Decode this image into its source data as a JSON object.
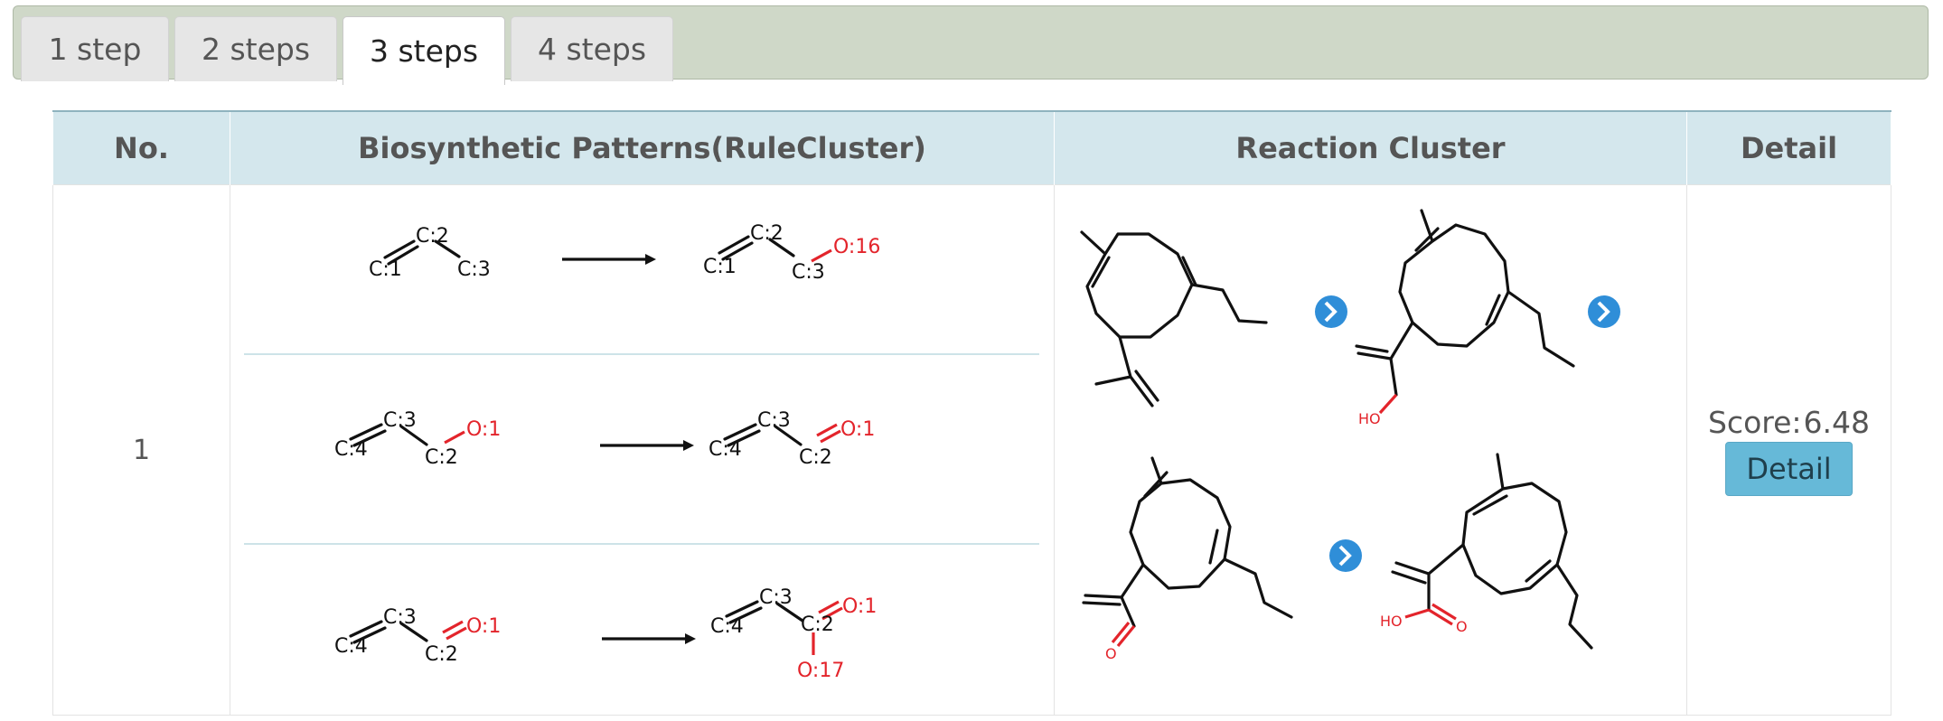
{
  "tabs": [
    {
      "label": "1 step"
    },
    {
      "label": "2 steps"
    },
    {
      "label": "3 steps",
      "active": true
    },
    {
      "label": "4 steps"
    }
  ],
  "table": {
    "headers": [
      "No.",
      "Biosynthetic Patterns(RuleCluster)",
      "Reaction Cluster",
      "Detail"
    ],
    "rows": [
      {
        "no": "1",
        "patterns": [
          {
            "reactant_labels": [
              "C:1",
              "C:2",
              "C:3"
            ],
            "product_labels": [
              "C:1",
              "C:2",
              "C:3",
              "O:16"
            ]
          },
          {
            "reactant_labels": [
              "C:4",
              "C:3",
              "C:2",
              "O:1"
            ],
            "product_labels": [
              "C:4",
              "C:3",
              "C:2",
              "O:1"
            ]
          },
          {
            "reactant_labels": [
              "C:4",
              "C:3",
              "C:2",
              "O:1"
            ],
            "product_labels": [
              "C:4",
              "C:3",
              "C:2",
              "O:1",
              "O:17"
            ]
          }
        ],
        "reaction_cluster": {
          "atom_labels": [
            "HO",
            "O",
            "HO",
            "O"
          ],
          "next_icon": "chevron-right-icon"
        },
        "score_label": "Score:",
        "score": "6.48",
        "detail_label": "Detail"
      }
    ]
  },
  "colors": {
    "tabbar_bg": "#cfd8c8",
    "header_bg": "#d4e7ed",
    "button_bg": "#66b9d8",
    "heteroatom": "#e3242b",
    "arrow_icon": "#2f8ed8"
  }
}
